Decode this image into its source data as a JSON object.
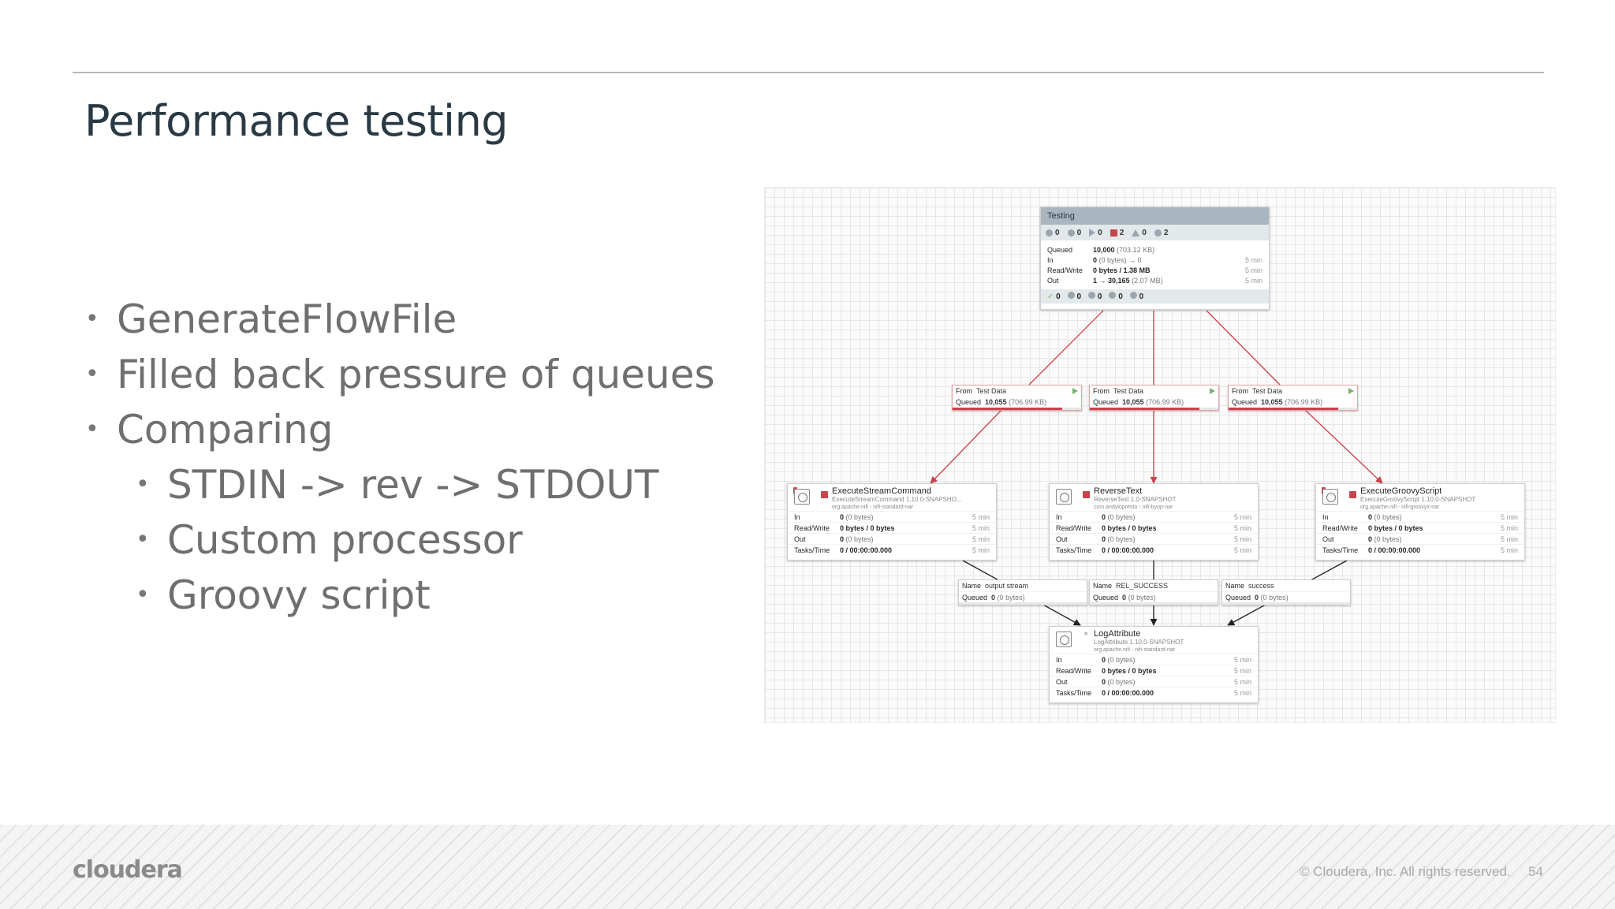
{
  "slide": {
    "title": "Performance testing",
    "bullets": [
      {
        "text": "GenerateFlowFile"
      },
      {
        "text": "Filled back pressure of queues"
      },
      {
        "text": "Comparing"
      }
    ],
    "sub_bullets": [
      {
        "text": "STDIN -> rev -> STDOUT"
      },
      {
        "text": "Custom processor"
      },
      {
        "text": "Groovy script"
      }
    ]
  },
  "flow": {
    "process_group": {
      "name": "Testing",
      "stats": [
        "0",
        "0",
        "0",
        "2",
        "0",
        "2"
      ],
      "rows": [
        {
          "k": "Queued",
          "v": "10,000",
          "dim": "(703.12 KB)",
          "t": ""
        },
        {
          "k": "In",
          "v": "0",
          "dim": "(0 bytes) → 0",
          "t": "5 min"
        },
        {
          "k": "Read/Write",
          "v": "0 bytes / 1.38 MB",
          "dim": "",
          "t": "5 min"
        },
        {
          "k": "Out",
          "v": "1 → 30,165",
          "dim": "(2.07 MB)",
          "t": "5 min"
        }
      ],
      "footer": [
        "0",
        "0",
        "0",
        "0",
        "0"
      ]
    },
    "output_ports": [
      {
        "from_label": "From",
        "from_value": "Test Data",
        "queued_label": "Queued",
        "queued_value": "10,055",
        "queued_dim": "(706.99 KB)"
      },
      {
        "from_label": "From",
        "from_value": "Test Data",
        "queued_label": "Queued",
        "queued_value": "10,055",
        "queued_dim": "(706.99 KB)"
      },
      {
        "from_label": "From",
        "from_value": "Test Data",
        "queued_label": "Queued",
        "queued_value": "10,055",
        "queued_dim": "(706.99 KB)"
      }
    ],
    "processors": [
      {
        "name": "ExecuteStreamCommand",
        "version": "ExecuteStreamCommand 1.10.0-SNAPSHO...",
        "nar": "org.apache.nifi - nifi-standard-nar",
        "rows": [
          {
            "k": "In",
            "v": "0",
            "dim": "(0 bytes)",
            "t": "5 min"
          },
          {
            "k": "Read/Write",
            "v": "0 bytes / 0 bytes",
            "dim": "",
            "t": "5 min"
          },
          {
            "k": "Out",
            "v": "0",
            "dim": "(0 bytes)",
            "t": "5 min"
          },
          {
            "k": "Tasks/Time",
            "v": "0 / 00:00:00.000",
            "dim": "",
            "t": "5 min"
          }
        ]
      },
      {
        "name": "ReverseText",
        "version": "ReverseText 1.0-SNAPSHOT",
        "nar": "com.andylopresto - nifi-byop-nar",
        "rows": [
          {
            "k": "In",
            "v": "0",
            "dim": "(0 bytes)",
            "t": "5 min"
          },
          {
            "k": "Read/Write",
            "v": "0 bytes / 0 bytes",
            "dim": "",
            "t": "5 min"
          },
          {
            "k": "Out",
            "v": "0",
            "dim": "(0 bytes)",
            "t": "5 min"
          },
          {
            "k": "Tasks/Time",
            "v": "0 / 00:00:00.000",
            "dim": "",
            "t": "5 min"
          }
        ]
      },
      {
        "name": "ExecuteGroovyScript",
        "version": "ExecuteGroovyScript 1.10.0-SNAPSHOT",
        "nar": "org.apache.nifi - nifi-groovyx-nar",
        "rows": [
          {
            "k": "In",
            "v": "0",
            "dim": "(0 bytes)",
            "t": "5 min"
          },
          {
            "k": "Read/Write",
            "v": "0 bytes / 0 bytes",
            "dim": "",
            "t": "5 min"
          },
          {
            "k": "Out",
            "v": "0",
            "dim": "(0 bytes)",
            "t": "5 min"
          },
          {
            "k": "Tasks/Time",
            "v": "0 / 00:00:00.000",
            "dim": "",
            "t": "5 min"
          }
        ]
      },
      {
        "name": "LogAttribute",
        "version": "LogAttribute 1.10.0-SNAPSHOT",
        "nar": "org.apache.nifi - nifi-standard-nar",
        "rows": [
          {
            "k": "In",
            "v": "0",
            "dim": "(0 bytes)",
            "t": "5 min"
          },
          {
            "k": "Read/Write",
            "v": "0 bytes / 0 bytes",
            "dim": "",
            "t": "5 min"
          },
          {
            "k": "Out",
            "v": "0",
            "dim": "(0 bytes)",
            "t": "5 min"
          },
          {
            "k": "Tasks/Time",
            "v": "0 / 00:00:00.000",
            "dim": "",
            "t": "5 min"
          }
        ]
      }
    ],
    "connections": [
      {
        "name_label": "Name",
        "name_value": "output stream",
        "queued_label": "Queued",
        "queued_value": "0",
        "queued_dim": "(0 bytes)"
      },
      {
        "name_label": "Name",
        "name_value": "REL_SUCCESS",
        "queued_label": "Queued",
        "queued_value": "0",
        "queued_dim": "(0 bytes)"
      },
      {
        "name_label": "Name",
        "name_value": "success",
        "queued_label": "Queued",
        "queued_value": "0",
        "queued_dim": "(0 bytes)"
      }
    ],
    "colors": {
      "link_red": "#c8434a",
      "link_black": "#222222",
      "running": "#7ab26b"
    }
  },
  "footer": {
    "logo": "cloudera",
    "copyright": "© Cloudera, Inc. All rights reserved.",
    "page": "54"
  }
}
